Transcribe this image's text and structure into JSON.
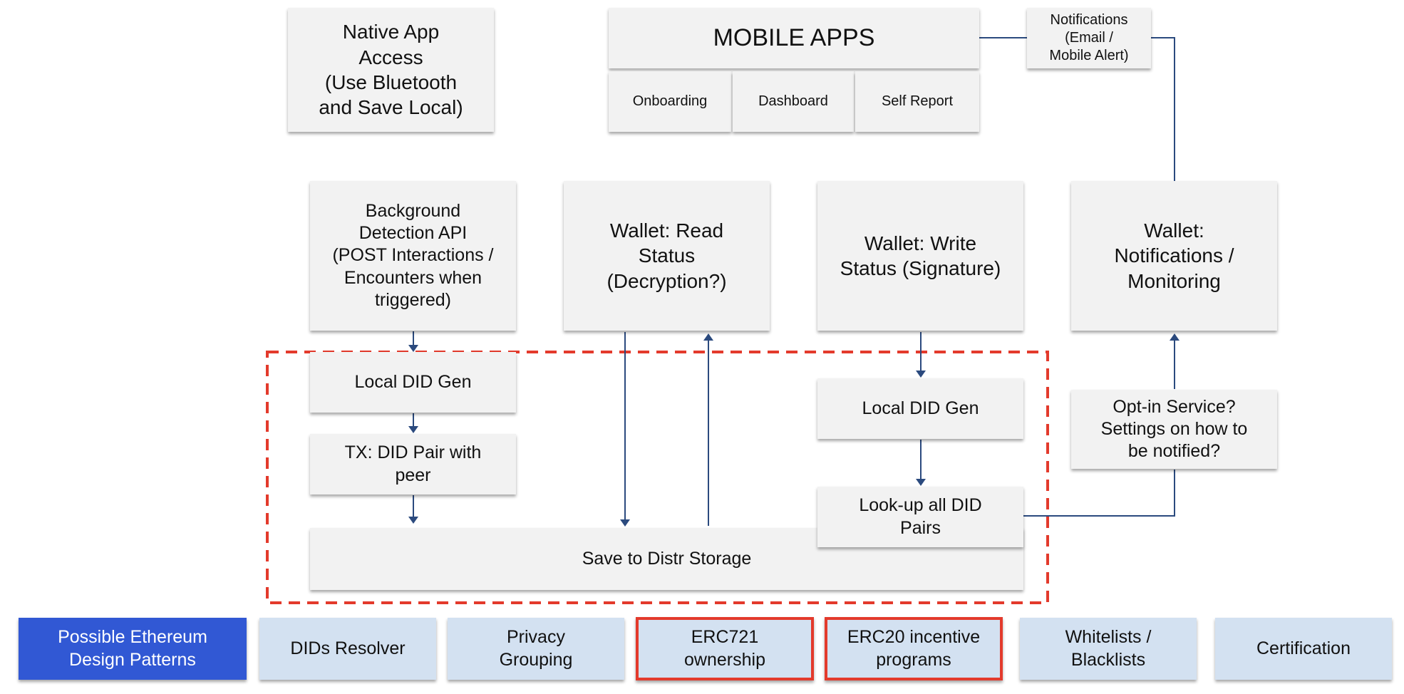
{
  "top": {
    "native_app": "Native App\nAccess\n(Use Bluetooth\nand Save Local)",
    "mobile_apps": {
      "title": "MOBILE APPS",
      "sections": [
        "Onboarding",
        "Dashboard",
        "Self Report"
      ]
    },
    "notifications": "Notifications\n(Email /\nMobile Alert)"
  },
  "middle": {
    "background_detection": "Background\nDetection API\n(POST Interactions /\nEncounters when\ntriggered)",
    "wallet_read": "Wallet: Read\nStatus\n(Decryption?)",
    "wallet_write": "Wallet: Write\nStatus (Signature)",
    "wallet_notifications": "Wallet:\nNotifications /\nMonitoring"
  },
  "boundary": {
    "local_did_gen_left": "Local DID Gen",
    "tx_did_pair": "TX: DID Pair with\npeer",
    "save_storage": "Save to Distr Storage",
    "local_did_gen_right": "Local DID Gen",
    "lookup_pairs": "Look-up all DID\nPairs"
  },
  "opt_in": "Opt-in Service?\nSettings on how to\nbe notified?",
  "patterns": {
    "heading": "Possible Ethereum\nDesign Patterns",
    "items": [
      {
        "label": "DIDs Resolver",
        "highlighted": false
      },
      {
        "label": "Privacy\nGrouping",
        "highlighted": false
      },
      {
        "label": "ERC721\nownership",
        "highlighted": true
      },
      {
        "label": "ERC20 incentive\nprograms",
        "highlighted": true
      },
      {
        "label": "Whitelists /\nBlacklists",
        "highlighted": false
      },
      {
        "label": "Certification",
        "highlighted": false
      }
    ]
  },
  "colors": {
    "box_fill": "#f2f2f2",
    "connector": "#2b4a7e",
    "boundary_dash": "#e33a2c",
    "pattern_fill": "#d3e1f1",
    "pattern_primary": "#3158d4",
    "highlight_border": "#e33a2c"
  }
}
